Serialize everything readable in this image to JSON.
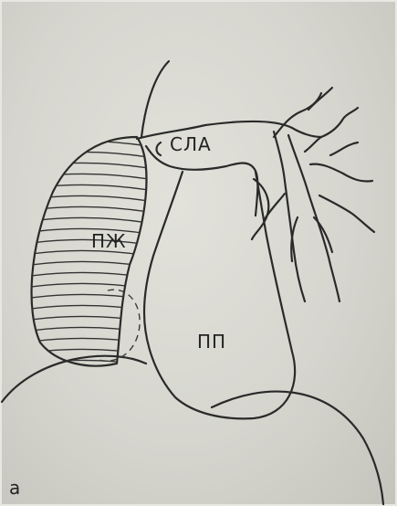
{
  "labels": {
    "pulmonary_artery": "СЛА",
    "right_ventricle": "ПЖ",
    "right_atrium": "ПП",
    "panel": "а"
  }
}
